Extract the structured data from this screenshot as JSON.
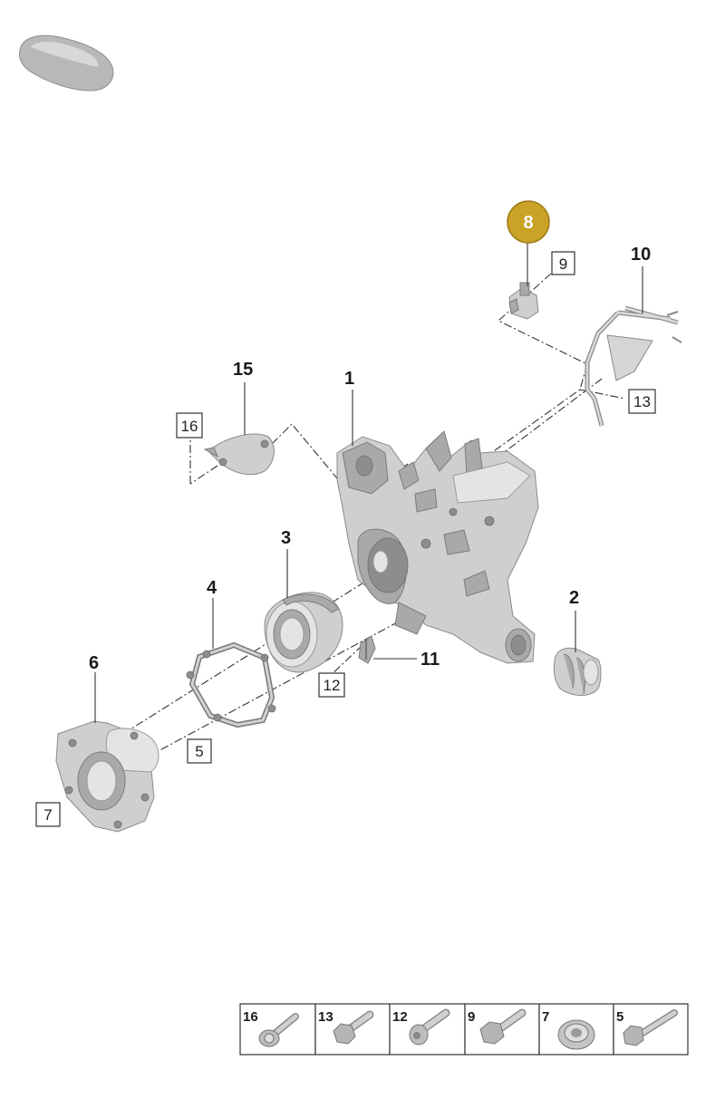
{
  "callouts": {
    "p1": "1",
    "p2": "2",
    "p3": "3",
    "p4": "4",
    "p6": "6",
    "p8": "8",
    "p10": "10",
    "p11": "11",
    "p15": "15"
  },
  "boxed_refs": {
    "r5": "5",
    "r7": "7",
    "r9": "9",
    "r12": "12",
    "r13": "13",
    "r16": "16"
  },
  "highlight_color": "#c9a227",
  "fastener_table": {
    "cells": [
      {
        "label": "16",
        "icon": "flange-bolt-icon"
      },
      {
        "label": "13",
        "icon": "hex-bolt-icon"
      },
      {
        "label": "12",
        "icon": "socket-bolt-icon"
      },
      {
        "label": "9",
        "icon": "hex-bolt-icon"
      },
      {
        "label": "7",
        "icon": "flange-nut-icon"
      },
      {
        "label": "5",
        "icon": "flange-bolt-icon"
      }
    ]
  }
}
